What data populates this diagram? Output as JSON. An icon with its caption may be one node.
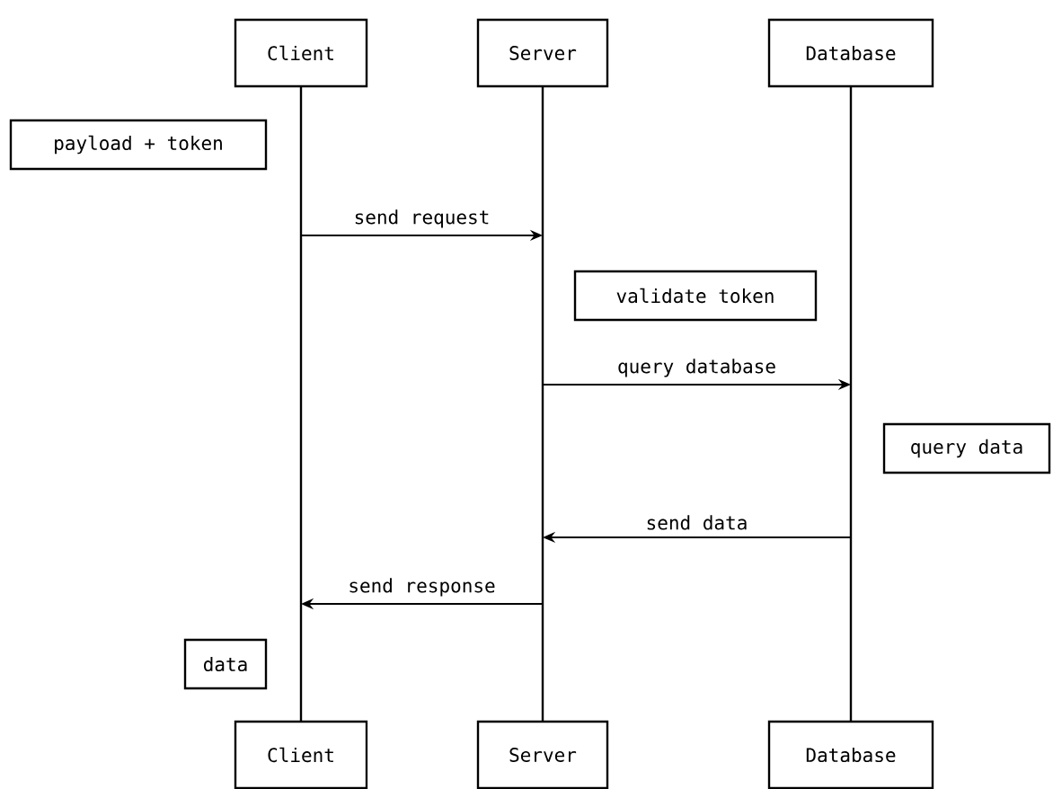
{
  "diagram": {
    "nodes": [
      {
        "text": [
          "Client"
        ]
      },
      {
        "text": [
          "Server"
        ]
      },
      {
        "text": [
          "Database"
        ]
      },
      {
        "text": [
          "Client"
        ]
      },
      {
        "text": [
          "Server"
        ]
      },
      {
        "text": [
          "Database"
        ]
      },
      {
        "text": [
          "payload + token"
        ]
      },
      {
        "text": [
          "validate token"
        ]
      },
      {
        "text": [
          "query data"
        ]
      },
      {
        "text": [
          "data"
        ]
      },
      {
        "text": [],
        "shape": "bar"
      },
      {
        "text": [],
        "shape": "bar"
      },
      {
        "text": [],
        "shape": "bar"
      }
    ],
    "edges": [
      {
        "from": 10,
        "to": 11,
        "arrow": "to",
        "label": "send request"
      },
      {
        "from": 11,
        "to": 12,
        "arrow": "to",
        "label": "query database"
      },
      {
        "from": 12,
        "to": 11,
        "arrow": "to",
        "label": "send data"
      },
      {
        "from": 11,
        "to": 10,
        "arrow": "to",
        "label": "send response"
      }
    ]
  }
}
